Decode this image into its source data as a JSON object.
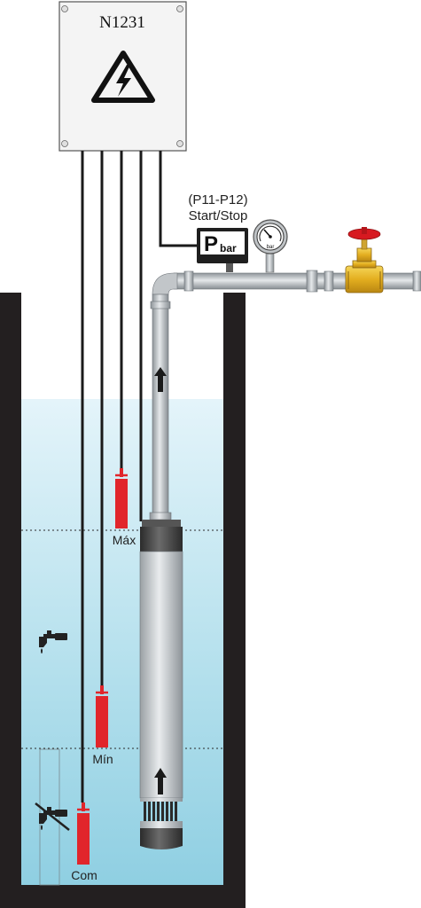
{
  "panel": {
    "title": "N1231",
    "icon": "high-voltage-warning-icon"
  },
  "pressure_switch": {
    "line1": "(P11-P12)",
    "line2": "Start/Stop",
    "symbol_p": "P",
    "symbol_sub": "bar"
  },
  "gauge": {
    "unit": "bar",
    "icon": "pressure-gauge-icon"
  },
  "valve": {
    "icon": "gate-valve-icon"
  },
  "probes": [
    {
      "id": "max",
      "label": "Máx"
    },
    {
      "id": "min",
      "label": "Mín"
    },
    {
      "id": "com",
      "label": "Com"
    }
  ],
  "icons": {
    "tap_on": "water-tap-icon",
    "tap_off": "water-tap-disabled-icon",
    "flow": "flow-direction-arrow-icon"
  },
  "colors": {
    "water": "#bfe6f1",
    "well": "#231f20",
    "probe": "#e1252b",
    "pipe": "#c9cdd0",
    "valve_red": "#d71920",
    "valve_brass": "#e8b923",
    "cable": "#1a1a1a"
  }
}
